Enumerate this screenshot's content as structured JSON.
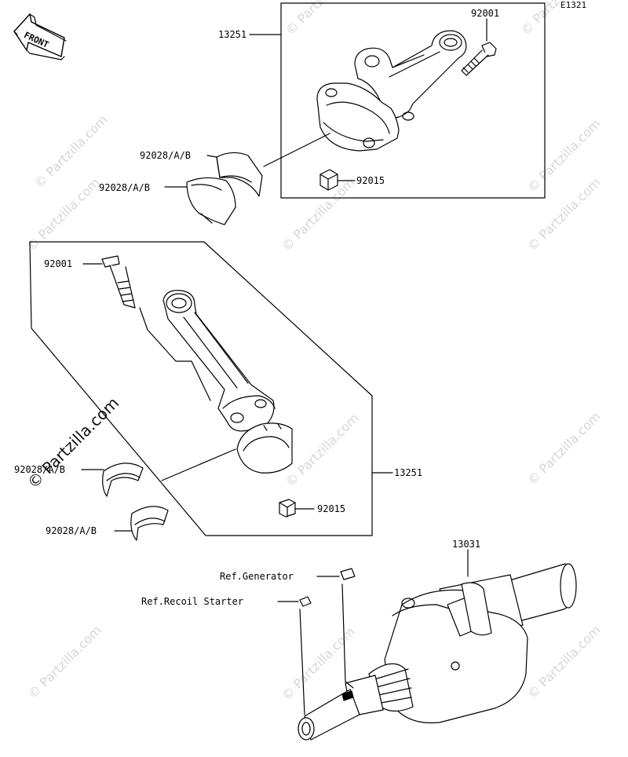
{
  "diagram_code": "E1321",
  "front_label": "FRONT",
  "watermark": "© Partzilla.com",
  "callouts": {
    "rod_assembly_top": "13251",
    "rod_bolt_top": "92001",
    "bearing_top_upper": "92028/A/B",
    "bearing_top_lower": "92028/A/B",
    "rod_nut_top": "92015",
    "rod_bolt_mid": "92001",
    "rod_assembly_mid": "13251",
    "bearing_mid_upper": "92028/A/B",
    "bearing_mid_lower": "92028/A/B",
    "rod_nut_mid": "92015",
    "crankshaft": "13031",
    "ref_generator": "Ref.Generator",
    "ref_recoil_starter": "Ref.Recoil Starter"
  }
}
